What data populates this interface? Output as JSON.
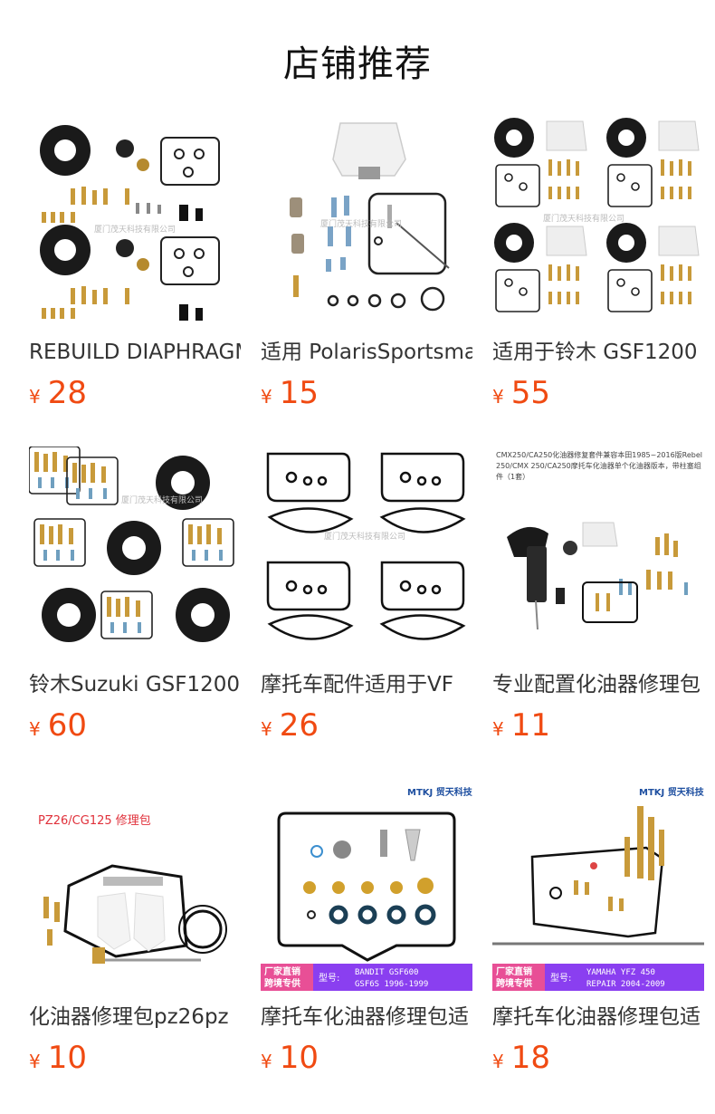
{
  "section": {
    "title": "店铺推荐"
  },
  "products": [
    {
      "name": "REBUILD DIAPHRAGM",
      "currency": "¥",
      "price": "28",
      "watermark": "厦门茂天科技有限公司"
    },
    {
      "name": "适用 PolarisSportsman",
      "currency": "¥",
      "price": "15",
      "watermark": "厦门茂天科技有限公司"
    },
    {
      "name": "适用于铃木 GSF1200",
      "currency": "¥",
      "price": "55",
      "watermark": "厦门茂天科技有限公司"
    },
    {
      "name": "铃木Suzuki GSF1200",
      "currency": "¥",
      "price": "60",
      "watermark": "厦门茂天科技有限公司"
    },
    {
      "name": "摩托车配件适用于VF",
      "currency": "¥",
      "price": "26",
      "watermark": "厦门茂天科技有限公司"
    },
    {
      "name": "专业配置化油器修理包",
      "currency": "¥",
      "price": "11",
      "caption_line1": "CMX250/CA250化油器修复套件兼容本田1985~2016版Rebel",
      "caption_line2": "250/CMX 250/CA250摩托车化油器单个化油器版本，带柱塞组",
      "caption_line3": "件（1套）"
    },
    {
      "name": "化油器修理包pz26pz",
      "currency": "¥",
      "price": "10",
      "image_label": "PZ26/CG125 修理包"
    },
    {
      "name": "摩托车化油器修理包适",
      "currency": "¥",
      "price": "10",
      "brand": "MTKJ 贸天科技",
      "banner_left_1": "厂家直销",
      "banner_left_2": "跨境专供",
      "banner_model": "型号:",
      "banner_spec_1": "BANDIT GSF600",
      "banner_spec_2": "GSF6S 1996-1999"
    },
    {
      "name": "摩托车化油器修理包适",
      "currency": "¥",
      "price": "18",
      "brand": "MTKJ 贸天科技",
      "banner_left_1": "厂家直销",
      "banner_left_2": "跨境专供",
      "banner_model": "型号:",
      "banner_spec_1": "YAMAHA YFZ 450",
      "banner_spec_2": "REPAIR 2004-2009"
    }
  ]
}
